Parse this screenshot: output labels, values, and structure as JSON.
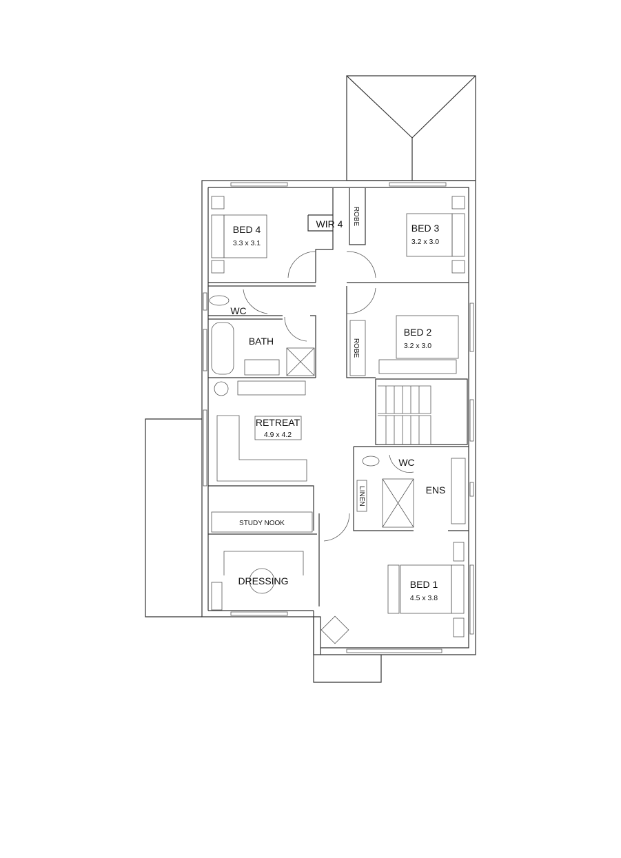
{
  "rooms": {
    "bed4": {
      "name": "BED 4",
      "size": "3.3 x 3.1"
    },
    "wir4": {
      "name": "WIR 4"
    },
    "robe_top": {
      "name": "ROBE"
    },
    "bed3": {
      "name": "BED 3",
      "size": "3.2 x 3.0"
    },
    "wc_top": {
      "name": "WC"
    },
    "bath": {
      "name": "BATH"
    },
    "robe_bed2": {
      "name": "ROBE"
    },
    "bed2": {
      "name": "BED 2",
      "size": "3.2 x 3.0"
    },
    "retreat": {
      "name": "RETREAT",
      "size": "4.9 x 4.2"
    },
    "wc_ens": {
      "name": "WC"
    },
    "ens": {
      "name": "ENS"
    },
    "linen": {
      "name": "LINEN"
    },
    "study": {
      "name": "STUDY NOOK"
    },
    "dressing": {
      "name": "DRESSING"
    },
    "bed1": {
      "name": "BED 1",
      "size": "4.5 x 3.8"
    }
  },
  "colors": {
    "line": "#333333",
    "background": "#ffffff"
  }
}
